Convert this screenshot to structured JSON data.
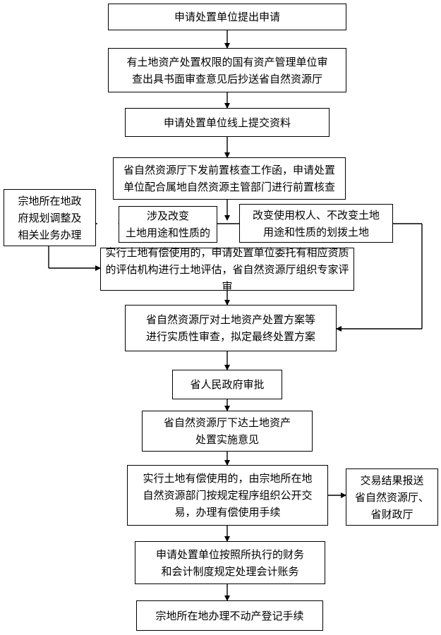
{
  "flow": {
    "step1": "申请处置单位提出申请",
    "step2": [
      "有土地资产处置权限的国有资产管理单位审",
      "查出具书面审查意见后抄送省自然资源厅"
    ],
    "step3": "申请处置单位线上提交资料",
    "step4": [
      "省自然资源厅下发前置核查工作函，申请处置",
      "单位配合属地自然资源主管部门进行前置核查"
    ],
    "branch_left": [
      "涉及改变",
      "土地用途和性质的"
    ],
    "branch_right": [
      "改变使用权人、不改变土地",
      "用途和性质的划拨土地"
    ],
    "side_left": [
      "宗地所在地政",
      "府规划调整及",
      "相关业务办理"
    ],
    "step5": [
      "实行土地有偿使用的，申请处置单位委托有相应资质",
      "的评估机构进行土地评估，省自然资源厅组织专家评审"
    ],
    "step6": [
      "省自然资源厅对土地资产处置方案等",
      "进行实质性审查，拟定最终处置方案"
    ],
    "step7": "省人民政府审批",
    "step8": [
      "省自然资源厅下达土地资产",
      "处置实施意见"
    ],
    "step9": [
      "实行土地有偿使用的，由宗地所在地",
      "自然资源部门按规定程序组织公开交",
      "易，办理有偿使用手续"
    ],
    "side_right": [
      "交易结果报送",
      "省自然资源厅、",
      "省财政厅"
    ],
    "step10": [
      "申请处置单位按照所执行的财务",
      "和会计制度规定处理会计账务"
    ],
    "step11": "宗地所在地办理不动产登记手续"
  }
}
